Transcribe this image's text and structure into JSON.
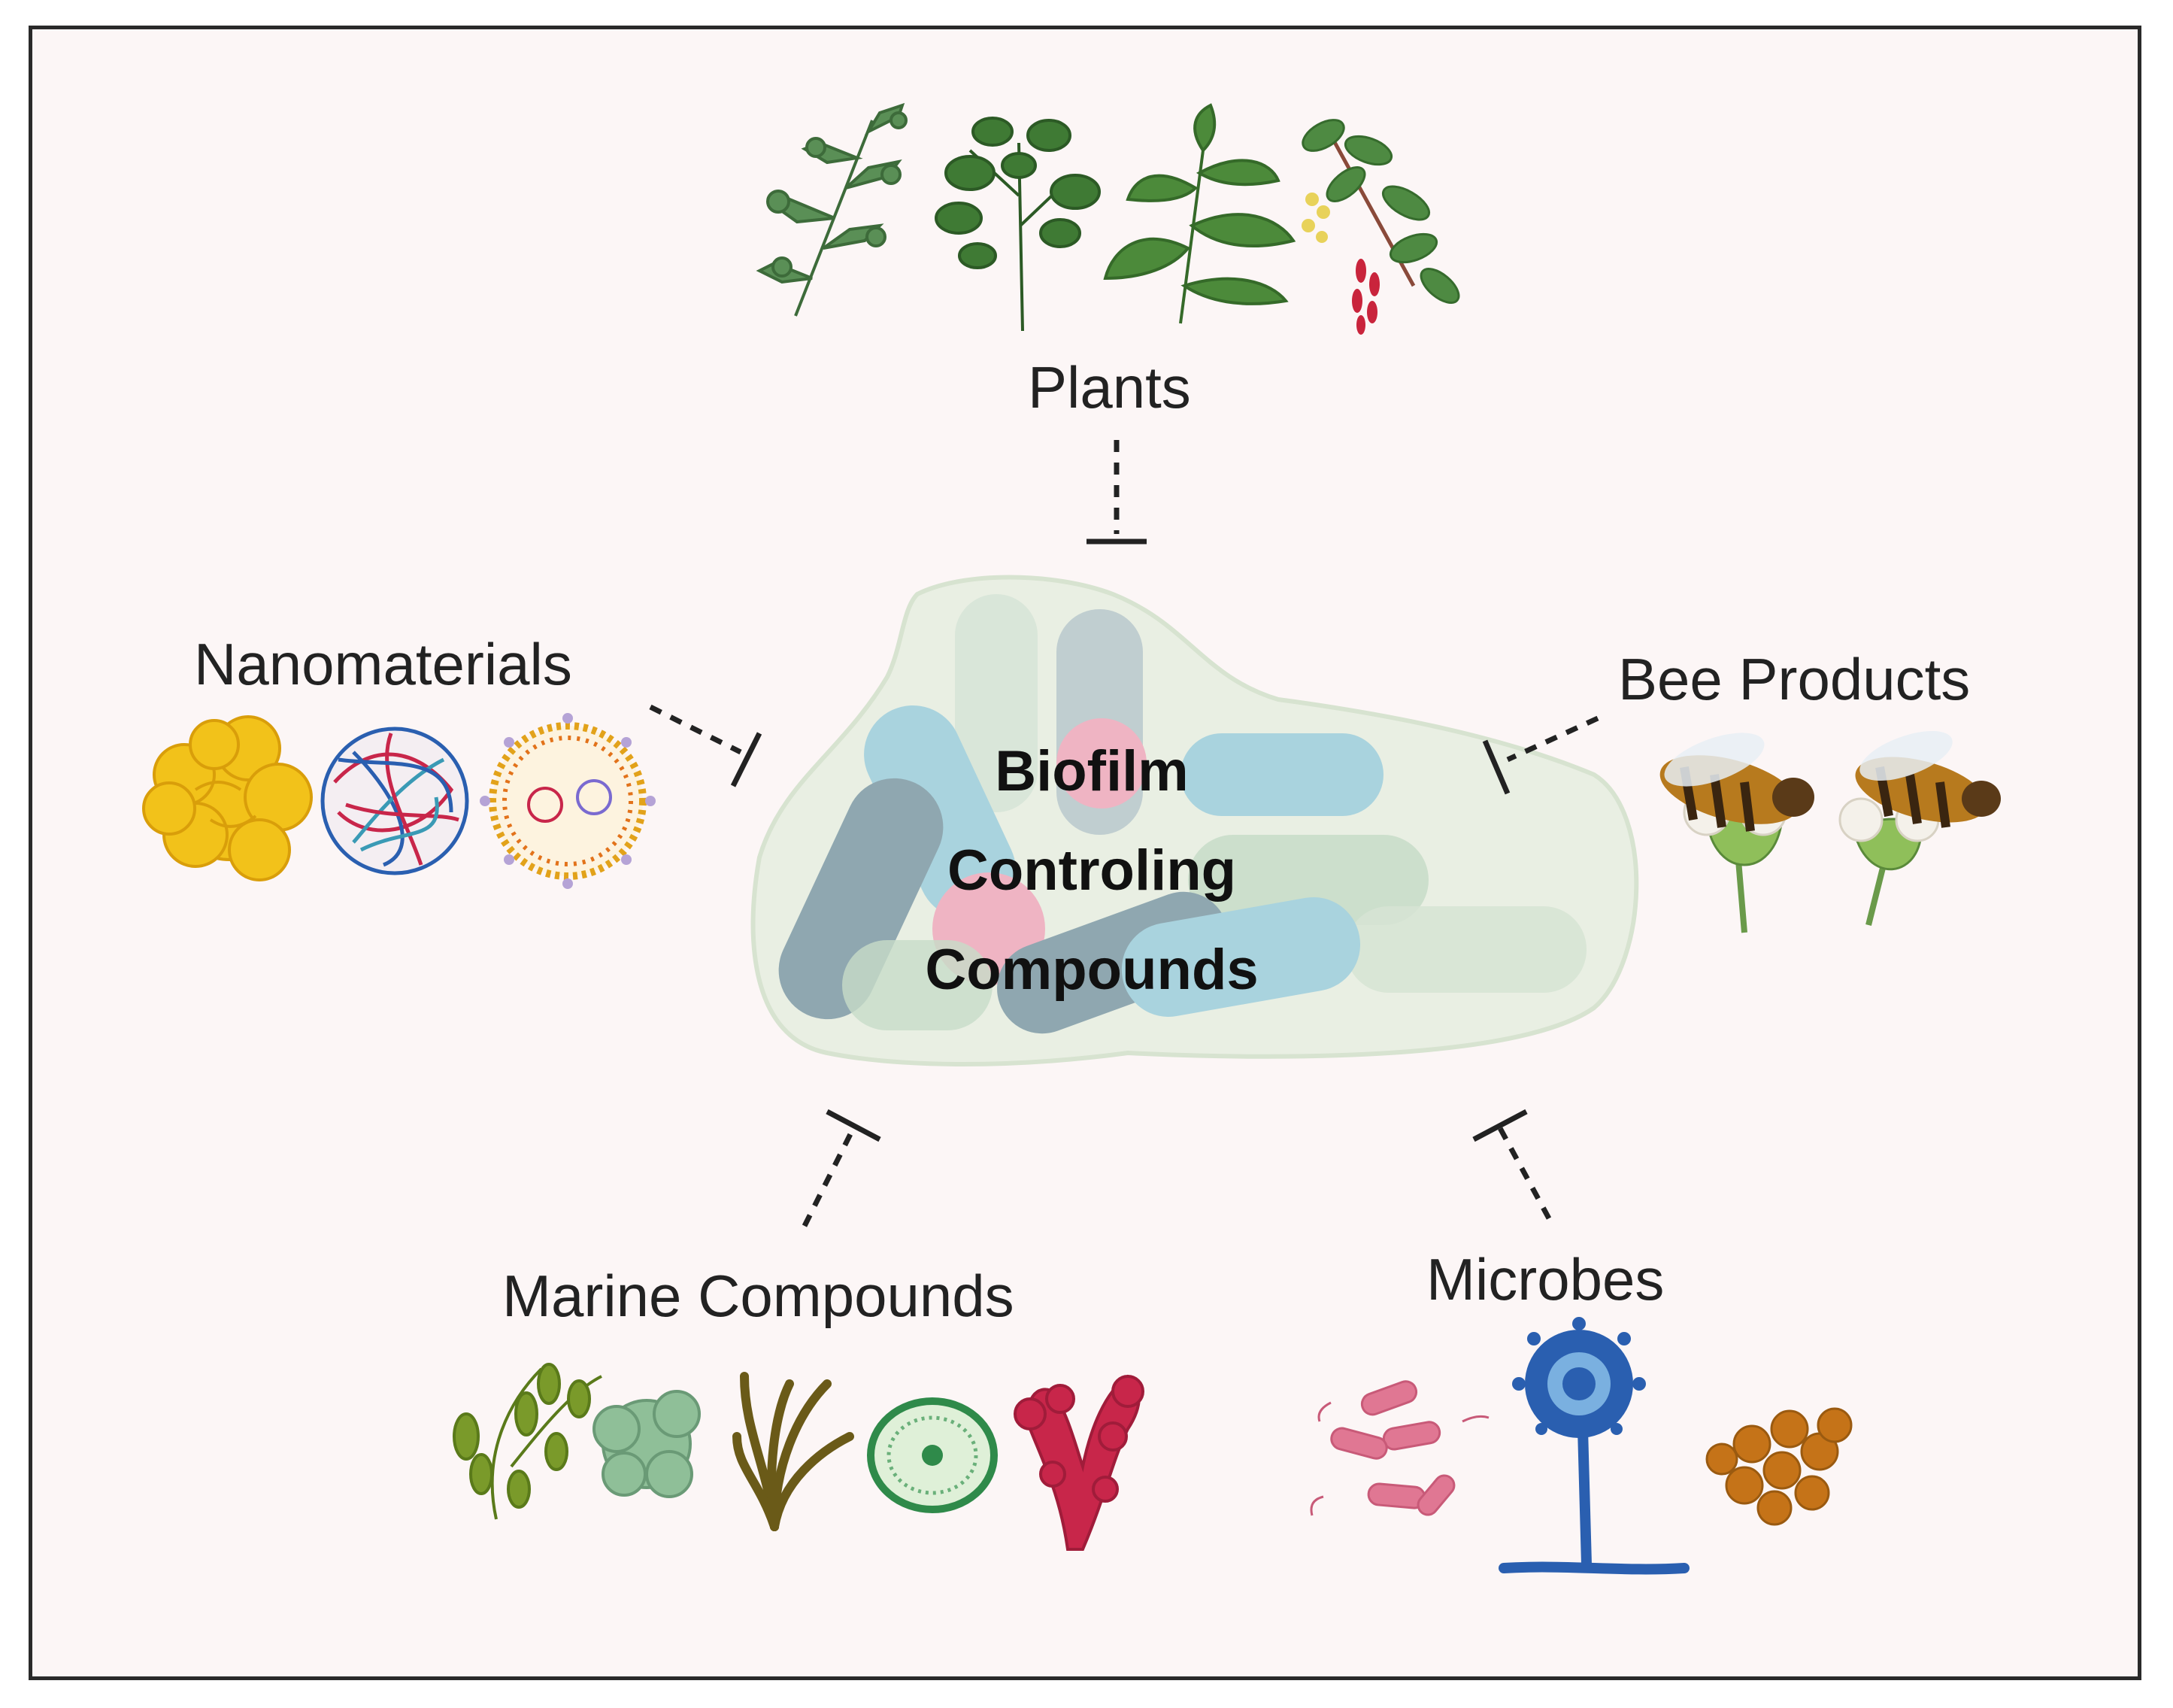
{
  "center": {
    "line1": "Biofilm",
    "line2": "Controling",
    "line3": "Compounds"
  },
  "categories": {
    "plants": "Plants",
    "nanomaterials": "Nanomaterials",
    "bee_products": "Bee Products",
    "marine_compounds": "Marine Compounds",
    "microbes": "Microbes"
  },
  "colors": {
    "background": "#fcf6f6",
    "frame": "#2a2a2a",
    "inhibit_line": "#222222",
    "biofilm_matrix": "#e9efe3",
    "cell_blue": "#a9d3de",
    "cell_grey": "#8fa7b0",
    "cell_green": "#c7dcc8",
    "cell_pink": "#efb4c3",
    "plant_green": "#3f7a34",
    "nano_gold": "#f2c21a",
    "seaweed_red": "#c8264a",
    "microbe_blue": "#2a5fb0",
    "microbe_pink": "#e07793",
    "spore_brown": "#c57318"
  },
  "icons": [
    "plant-icon",
    "nanoparticle-icon",
    "bee-icon",
    "seaweed-icon",
    "bacteria-icon",
    "fungus-icon",
    "spore-icon",
    "inhibition-arrow-icon"
  ]
}
